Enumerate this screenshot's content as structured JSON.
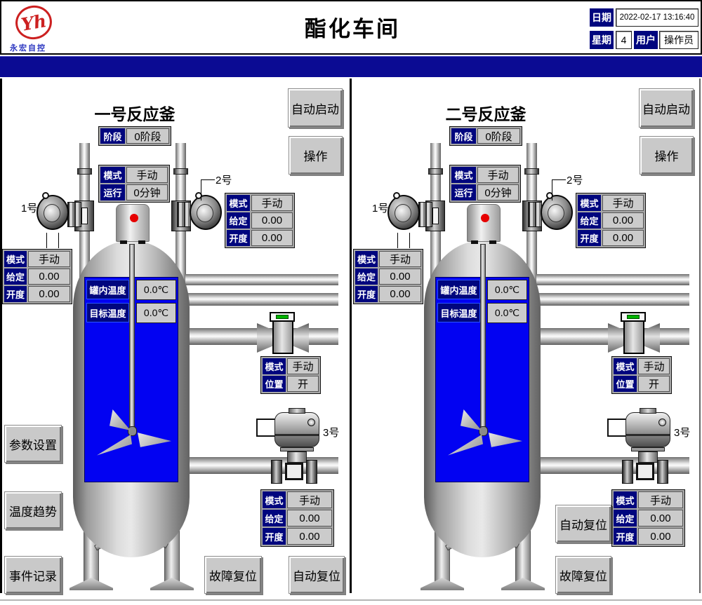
{
  "header": {
    "logo_mark": "Yh",
    "logo_text": "永宏自控",
    "title": "酯化车间",
    "date": {
      "label": "日期",
      "value": "2022-02-17 13:16:40"
    },
    "week": {
      "label": "星期",
      "value": "4"
    },
    "user": {
      "label": "用户",
      "value": "操作员"
    }
  },
  "sidebar_buttons": [
    "参数设置",
    "温度趋势",
    "事件记录"
  ],
  "panels": [
    {
      "title": "一号反应釜",
      "stage": {
        "label": "阶段",
        "value": "0阶段"
      },
      "auto_start_label": "自动启动",
      "operate_label": "操作",
      "run_status": {
        "rows": [
          {
            "label": "模式",
            "value": "手动"
          },
          {
            "label": "运行",
            "value": "0分钟"
          }
        ]
      },
      "pump1": {
        "tag": "1号",
        "rows": [
          {
            "label": "模式",
            "value": "手动"
          },
          {
            "label": "给定",
            "value": "0.00"
          },
          {
            "label": "开度",
            "value": "0.00"
          }
        ]
      },
      "pump2": {
        "tag": "2号",
        "rows": [
          {
            "label": "模式",
            "value": "手动"
          },
          {
            "label": "给定",
            "value": "0.00"
          },
          {
            "label": "开度",
            "value": "0.00"
          }
        ]
      },
      "tank": {
        "rows": [
          {
            "label": "罐内温度",
            "value": "0.0℃"
          },
          {
            "label": "目标温度",
            "value": "0.0℃"
          }
        ]
      },
      "shutoff_valve": {
        "rows": [
          {
            "label": "模式",
            "value": "手动"
          },
          {
            "label": "位置",
            "value": "开"
          }
        ]
      },
      "control_valve": {
        "tag": "3号",
        "rows": [
          {
            "label": "模式",
            "value": "手动"
          },
          {
            "label": "给定",
            "value": "0.00"
          },
          {
            "label": "开度",
            "value": "0.00"
          }
        ]
      },
      "fault_reset_label": "故障复位",
      "auto_reset_label": "自动复位"
    },
    {
      "title": "二号反应釜",
      "stage": {
        "label": "阶段",
        "value": "0阶段"
      },
      "auto_start_label": "自动启动",
      "operate_label": "操作",
      "run_status": {
        "rows": [
          {
            "label": "模式",
            "value": "手动"
          },
          {
            "label": "运行",
            "value": "0分钟"
          }
        ]
      },
      "pump1": {
        "tag": "1号",
        "rows": [
          {
            "label": "模式",
            "value": "手动"
          },
          {
            "label": "给定",
            "value": "0.00"
          },
          {
            "label": "开度",
            "value": "0.00"
          }
        ]
      },
      "pump2": {
        "tag": "2号",
        "rows": [
          {
            "label": "模式",
            "value": "手动"
          },
          {
            "label": "给定",
            "value": "0.00"
          },
          {
            "label": "开度",
            "value": "0.00"
          }
        ]
      },
      "tank": {
        "rows": [
          {
            "label": "罐内温度",
            "value": "0.0℃"
          },
          {
            "label": "目标温度",
            "value": "0.0℃"
          }
        ]
      },
      "shutoff_valve": {
        "rows": [
          {
            "label": "模式",
            "value": "手动"
          },
          {
            "label": "位置",
            "value": "开"
          }
        ]
      },
      "control_valve": {
        "tag": "3号",
        "rows": [
          {
            "label": "模式",
            "value": "手动"
          },
          {
            "label": "给定",
            "value": "0.00"
          },
          {
            "label": "开度",
            "value": "0.00"
          }
        ]
      },
      "fault_reset_label": "故障复位",
      "auto_reset_label": "自动复位"
    }
  ],
  "colors": {
    "navy_bar": "#0b0b93",
    "label_navy": "#00067e",
    "liquid_blue": "#0202f2",
    "led_green": "#00b400",
    "alarm_red": "#e60000",
    "logo_red": "#cc2020"
  }
}
